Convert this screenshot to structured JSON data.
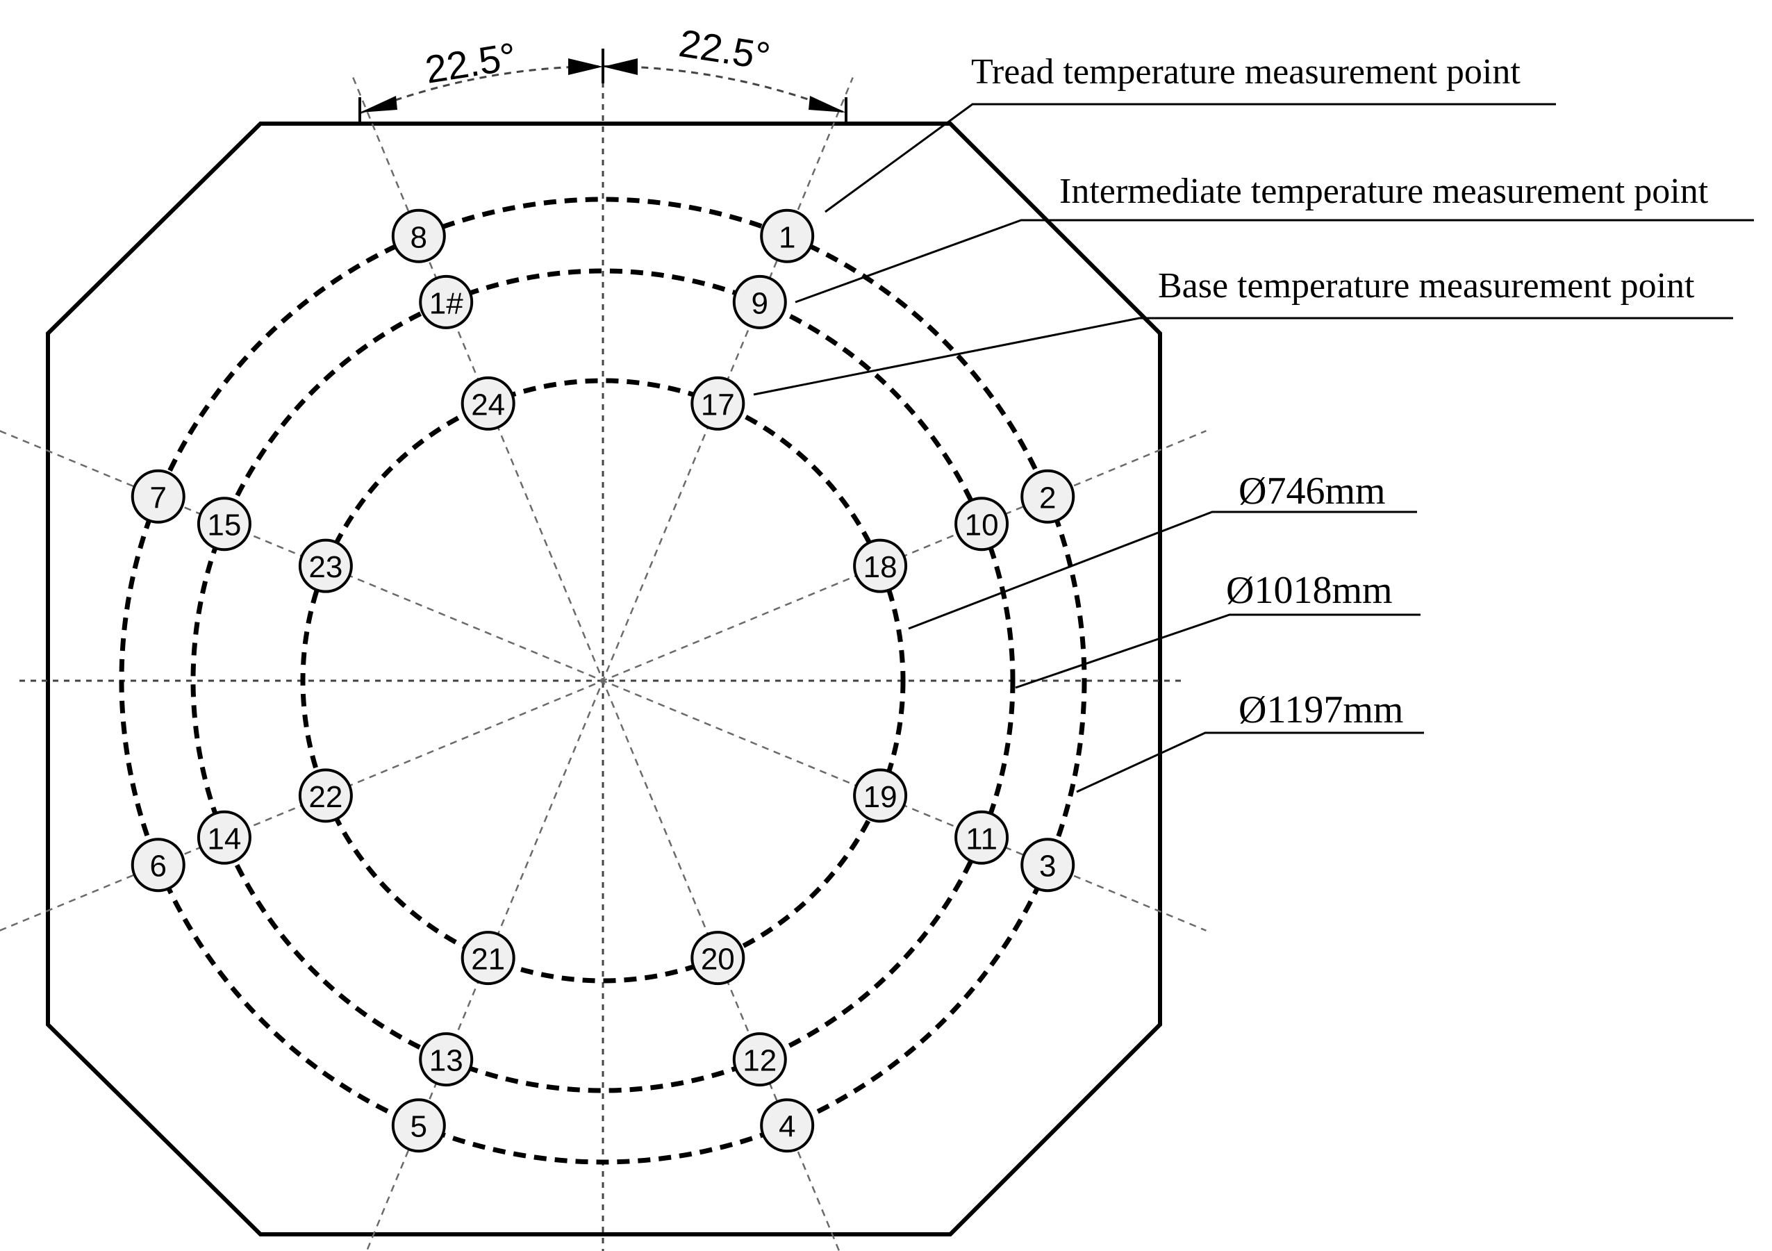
{
  "angle_labels": [
    "22.5°",
    "22.5°"
  ],
  "annotations": [
    {
      "id": "tread",
      "text": "Tread temperature measurement point"
    },
    {
      "id": "intermediate",
      "text": "Intermediate temperature measurement point"
    },
    {
      "id": "base",
      "text": "Base temperature measurement point"
    }
  ],
  "diameters": [
    {
      "id": "d746",
      "text": "Ø746mm"
    },
    {
      "id": "d1018",
      "text": "Ø1018mm"
    },
    {
      "id": "d1197",
      "text": "Ø1197mm"
    }
  ],
  "rings": [
    {
      "id": "outer",
      "labels": [
        "1",
        "2",
        "3",
        "4",
        "5",
        "6",
        "7",
        "8"
      ]
    },
    {
      "id": "middle",
      "labels": [
        "9",
        "10",
        "11",
        "12",
        "13",
        "14",
        "15",
        "1#"
      ]
    },
    {
      "id": "inner",
      "labels": [
        "17",
        "18",
        "19",
        "20",
        "21",
        "22",
        "23",
        "24"
      ]
    }
  ],
  "colors": {
    "line": "#000000",
    "marker_fill": "#f0f0f0",
    "guide": "#6a6a6a"
  }
}
